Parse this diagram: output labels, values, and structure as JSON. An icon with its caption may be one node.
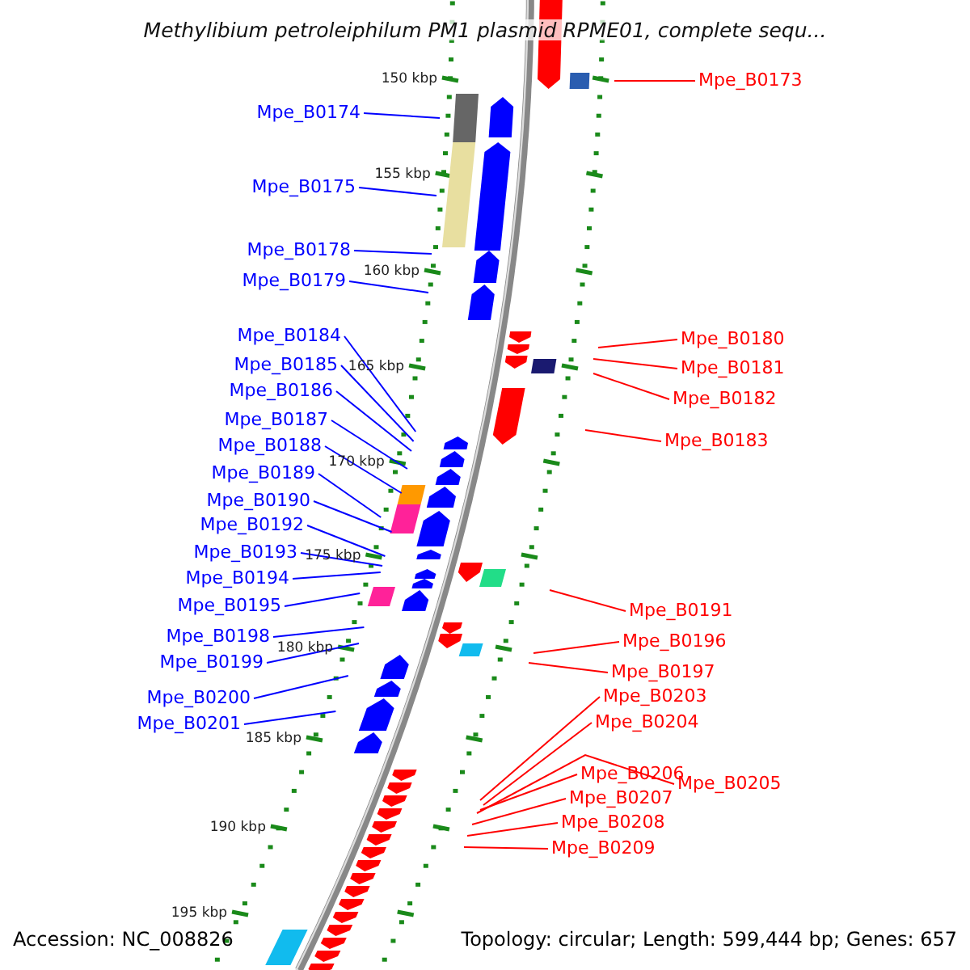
{
  "diagram": {
    "title": "Methylibium petroleiphilum PM1 plasmid RPME01, complete sequ...",
    "nodes": [
      {
        "text": [
          "Mpe_B0173"
        ]
      },
      {
        "text": [
          "Mpe_B0174"
        ]
      },
      {
        "text": [
          "Mpe_B0175"
        ]
      },
      {
        "text": [
          "Mpe_B0178"
        ]
      },
      {
        "text": [
          "Mpe_B0179"
        ]
      },
      {
        "text": [
          "Mpe_B0184"
        ]
      },
      {
        "text": [
          "Mpe_B0180"
        ]
      },
      {
        "text": [
          "Mpe_B0185"
        ]
      },
      {
        "text": [
          "Mpe_B0181"
        ]
      },
      {
        "text": [
          "Mpe_B0186"
        ]
      },
      {
        "text": [
          "Mpe_B0182"
        ]
      },
      {
        "text": [
          "Mpe_B0187"
        ]
      },
      {
        "text": [
          "Mpe_B0183"
        ]
      },
      {
        "text": [
          "Mpe_B0188"
        ]
      },
      {
        "text": [
          "Mpe_B0189"
        ]
      },
      {
        "text": [
          "Mpe_B0190"
        ]
      },
      {
        "text": [
          "Mpe_B0192"
        ]
      },
      {
        "text": [
          "Mpe_B0193"
        ]
      },
      {
        "text": [
          "Mpe_B0194"
        ]
      },
      {
        "text": [
          "Mpe_B0195"
        ]
      },
      {
        "text": [
          "Mpe_B0191"
        ]
      },
      {
        "text": [
          "Mpe_B0198"
        ]
      },
      {
        "text": [
          "Mpe_B0196"
        ]
      },
      {
        "text": [
          "Mpe_B0199"
        ]
      },
      {
        "text": [
          "Mpe_B0197"
        ]
      },
      {
        "text": [
          "Mpe_B0203"
        ]
      },
      {
        "text": [
          "Mpe_B0200"
        ]
      },
      {
        "text": [
          "Mpe_B0204"
        ]
      },
      {
        "text": [
          "Mpe_B0201"
        ]
      },
      {
        "text": [
          "Mpe_B0206"
        ]
      },
      {
        "text": [
          "Mpe_B0205"
        ]
      },
      {
        "text": [
          "Mpe_B0207"
        ]
      },
      {
        "text": [
          "Mpe_B0208"
        ]
      },
      {
        "text": [
          "Mpe_B0209"
        ]
      }
    ],
    "edges": [
      {
        "from": 0,
        "to": null,
        "arrow": "none",
        "color": "#ff0000"
      },
      {
        "from": 1,
        "to": null,
        "arrow": "none"
      },
      {
        "from": 2,
        "to": null,
        "arrow": "none"
      },
      {
        "from": 3,
        "to": null,
        "arrow": "none"
      },
      {
        "from": 4,
        "to": null,
        "arrow": "none"
      },
      {
        "from": 5,
        "to": null,
        "arrow": "none"
      },
      {
        "from": 6,
        "to": null,
        "arrow": "none",
        "color": "#ff0000"
      },
      {
        "from": 7,
        "to": null,
        "arrow": "none"
      },
      {
        "from": 8,
        "to": null,
        "arrow": "none",
        "color": "#ff0000"
      },
      {
        "from": 9,
        "to": null,
        "arrow": "none"
      },
      {
        "from": 10,
        "to": null,
        "arrow": "none",
        "color": "#ff0000"
      },
      {
        "from": 11,
        "to": null,
        "arrow": "none"
      },
      {
        "from": 12,
        "to": null,
        "arrow": "none",
        "color": "#ff0000"
      },
      {
        "from": 13,
        "to": null,
        "arrow": "none"
      },
      {
        "from": 14,
        "to": null,
        "arrow": "none"
      },
      {
        "from": 15,
        "to": null,
        "arrow": "none"
      },
      {
        "from": 16,
        "to": null,
        "arrow": "none"
      },
      {
        "from": 17,
        "to": null,
        "arrow": "none"
      },
      {
        "from": 18,
        "to": null,
        "arrow": "none"
      },
      {
        "from": 19,
        "to": null,
        "arrow": "none"
      },
      {
        "from": 20,
        "to": null,
        "arrow": "none",
        "color": "#ff0000"
      },
      {
        "from": 21,
        "to": null,
        "arrow": "none"
      },
      {
        "from": 22,
        "to": null,
        "arrow": "none",
        "color": "#ff0000"
      },
      {
        "from": 23,
        "to": null,
        "arrow": "none"
      },
      {
        "from": 24,
        "to": null,
        "arrow": "none",
        "color": "#ff0000"
      },
      {
        "from": 25,
        "to": null,
        "arrow": "none",
        "color": "#ff0000"
      },
      {
        "from": 26,
        "to": null,
        "arrow": "none"
      },
      {
        "from": 27,
        "to": null,
        "arrow": "none",
        "color": "#ff0000"
      },
      {
        "from": 28,
        "to": null,
        "arrow": "none"
      },
      {
        "from": 29,
        "to": null,
        "arrow": "none",
        "color": "#ff0000"
      },
      {
        "from": 30,
        "to": null,
        "arrow": "none",
        "color": "#ff0000"
      },
      {
        "from": 31,
        "to": null,
        "arrow": "none",
        "color": "#ff0000"
      },
      {
        "from": 32,
        "to": null,
        "arrow": "none",
        "color": "#ff0000"
      },
      {
        "from": 33,
        "to": null,
        "arrow": "none",
        "color": "#ff0000"
      }
    ],
    "labels": [
      "150 kbp",
      "155 kbp",
      "160 kbp",
      "165 kbp",
      "170 kbp",
      "175 kbp",
      "180 kbp",
      "185 kbp",
      "190 kbp",
      "195 kbp",
      "Accession: NC_008826",
      "Topology: circular; Length: 599,444 bp; Genes: 657"
    ]
  }
}
